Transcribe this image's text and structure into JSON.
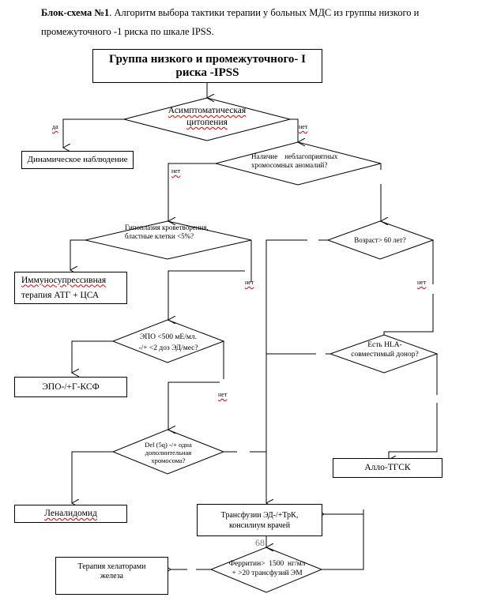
{
  "caption": {
    "bold": "Блок-схема №1",
    "text": ".  Алгоритм выбора тактики терапии у больных МДС из группы низкого и промежуточного -1 риска по шкале IPSS."
  },
  "nodes": {
    "start": {
      "line1": "Группа низкого и промежуточного- I",
      "line2": "риска -IPSS"
    },
    "d_asympt": {
      "line1": "Асимптоматическая",
      "line2": "цитопения"
    },
    "watch": "Динамическое наблюдение",
    "d_chromo": {
      "line1": "Наличие    неблагоприятных",
      "line2": "хромосомных аномалий?"
    },
    "d_hypo": {
      "line1": "Гипоплазия кроветворения,",
      "line2": "бластные клетки <5%?"
    },
    "d_age": "Возраст> 60 лет?",
    "immuno": {
      "line1": "Иммуносупрессивная",
      "line2": "терапия АТГ + ЦСА"
    },
    "d_epo": {
      "line1": "ЭПО <500 мЕ/мл.",
      "line2": "-/+ <2 доз ЭД/мес?"
    },
    "d_hla": {
      "line1": "Есть HLA-",
      "line2": "совместимый донор?"
    },
    "epo_tx": "ЭПО-/+Г-КСФ",
    "d_del5q": {
      "line1": "Del (5q) -/+ одна",
      "line2": "дополнительная",
      "line3": "хромосома?"
    },
    "allo": "Алло-ТГСК",
    "lenalidomide": "Леналидомид",
    "transfusion": {
      "line1": "Трансфузии ЭД-/+ТрК,",
      "line2": "консилиум врачей"
    },
    "chelation": {
      "line1": "Терапия хелаторами",
      "line2": "железа"
    },
    "d_ferritin": {
      "line1": "Ферритин>  1500  нг/мл",
      "line2": "+ >20 трансфузий ЭМ"
    }
  },
  "edge_labels": {
    "yes": "да",
    "no": "нет"
  },
  "page_number": "68"
}
